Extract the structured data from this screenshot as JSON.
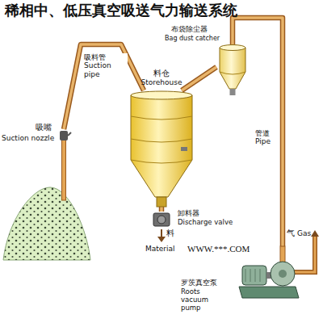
{
  "diagram": {
    "title": "稀相中、低压真空吸送气力输送系统",
    "nodes": [
      {
        "text": [
          "吸嘴",
          "Suction nozzle"
        ]
      },
      {
        "text": [
          "料仓",
          "Storehouse"
        ]
      },
      {
        "text": [
          "布袋除尘器",
          "Bag dust catcher"
        ]
      },
      {
        "text": [
          "卸料器",
          "Discharge valve"
        ]
      },
      {
        "text": [
          "罗茨真空泵",
          "Roots vacuum pump"
        ]
      }
    ],
    "edges": [
      {
        "from": 0,
        "to": 1,
        "label": "吸料管 Suction pipe",
        "arrow": "none"
      },
      {
        "from": 1,
        "to": 2,
        "arrow": "none"
      },
      {
        "from": 2,
        "to": 4,
        "label": "管道 Pipe",
        "arrow": "none"
      },
      {
        "from": 1,
        "to": 3,
        "arrow": "none"
      }
    ],
    "labels": [
      "料",
      "Material",
      "气",
      "Gas",
      "WWW.***.COM"
    ]
  }
}
